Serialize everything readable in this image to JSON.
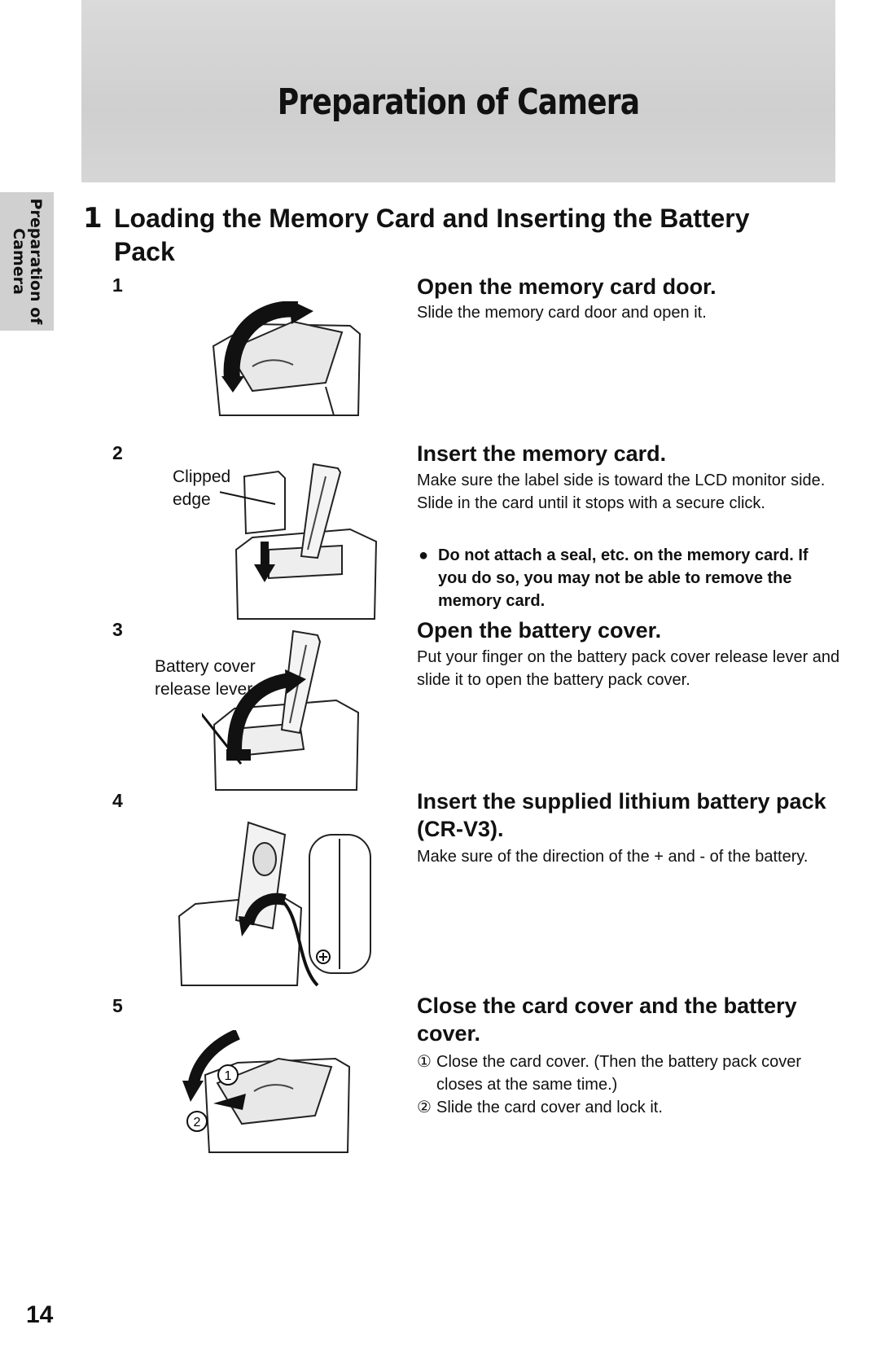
{
  "banner": {
    "title": "Preparation of Camera"
  },
  "side_tab": {
    "line1": "Preparation of",
    "line2": "Camera"
  },
  "section": {
    "number": "1",
    "title": "Loading the Memory Card and Inserting the Battery Pack"
  },
  "steps": [
    {
      "number": "1",
      "heading": "Open the memory card door.",
      "body": [
        "Slide the memory card door and open it."
      ]
    },
    {
      "number": "2",
      "heading": "Insert the memory card.",
      "body": [
        "Make sure the label side is toward the LCD monitor side.",
        "Slide in the card until it stops with a secure click."
      ],
      "warning": "Do not attach a seal, etc. on the memory card. If you do so, you may not be able to remove the memory card.",
      "callout": {
        "line1": "Clipped",
        "line2": "edge"
      }
    },
    {
      "number": "3",
      "heading": "Open the battery cover.",
      "body": [
        "Put your finger on the battery pack cover release lever and slide it to open the battery pack cover."
      ],
      "callout": {
        "line1": "Battery cover",
        "line2": "release lever"
      }
    },
    {
      "number": "4",
      "heading": "Insert the supplied lithium battery pack (CR-V3).",
      "body": [
        "Make sure of the direction of the + and - of the battery."
      ]
    },
    {
      "number": "5",
      "heading": "Close the card cover and the battery cover.",
      "list": [
        {
          "marker": "①",
          "text": "Close the card cover. (Then the battery pack cover closes at the same time.)"
        },
        {
          "marker": "②",
          "text": "Slide the card cover and lock it."
        }
      ]
    }
  ],
  "page_number": "14"
}
